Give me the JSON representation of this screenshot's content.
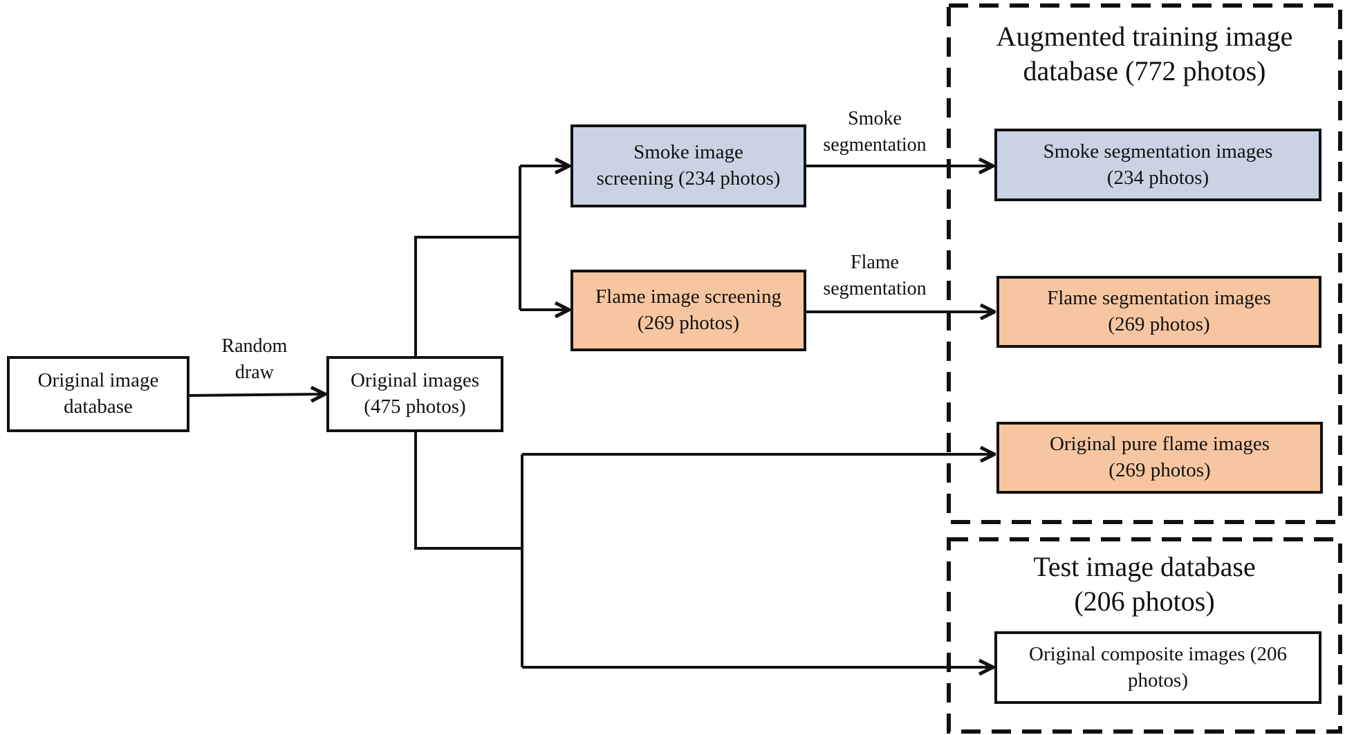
{
  "colors": {
    "smoke_fill": "#c9d3e4",
    "flame_fill": "#f7c6a0",
    "line": "#111111"
  },
  "regions": {
    "training": {
      "title": [
        "Augmented training image",
        "database (772 photos)"
      ]
    },
    "test": {
      "title": [
        "Test image database",
        "(206 photos)"
      ]
    }
  },
  "nodes": {
    "original_db": [
      "Original image",
      "database"
    ],
    "original_images": [
      "Original images",
      "(475 photos)"
    ],
    "smoke_screening": [
      "Smoke image",
      "screening (234 photos)"
    ],
    "flame_screening": [
      "Flame image screening",
      "(269 photos)"
    ],
    "smoke_seg_images": [
      "Smoke segmentation images",
      "(234 photos)"
    ],
    "flame_seg_images": [
      "Flame segmentation images",
      "(269 photos)"
    ],
    "pure_flame_images": [
      "Original pure flame images",
      "(269 photos)"
    ],
    "composite_images": [
      "Original composite images (206",
      "photos)"
    ]
  },
  "edge_labels": {
    "random_draw": [
      "Random",
      "draw"
    ],
    "smoke_seg": [
      "Smoke",
      "segmentation"
    ],
    "flame_seg": [
      "Flame",
      "segmentation"
    ]
  }
}
